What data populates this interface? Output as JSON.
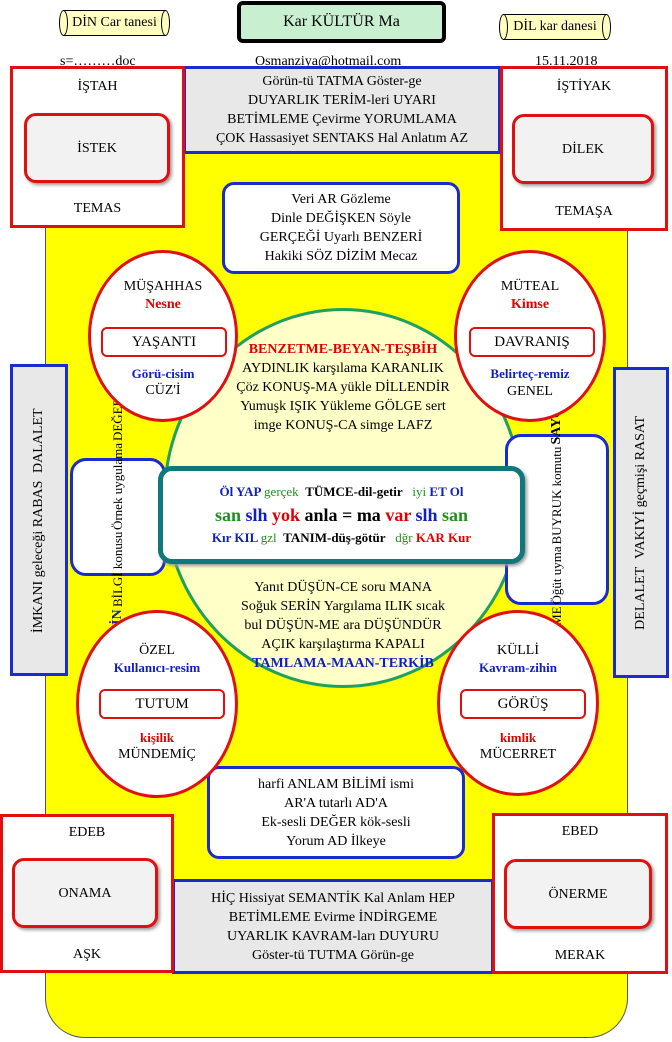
{
  "header": {
    "left_tag": "DİN Car tanesi",
    "center_title": "Kar KÜLTÜR Ma",
    "right_tag": "DİL kar danesi",
    "file": "s=………doc",
    "email": "Osmanziya@hotmail.com",
    "date": "15.11.2018"
  },
  "corners": {
    "tl": {
      "top": "İŞTAH",
      "inner": "İSTEK",
      "bottom": "TEMAS"
    },
    "tr": {
      "top": "İŞTİYAK",
      "inner": "DİLEK",
      "bottom": "TEMAŞA"
    },
    "bl": {
      "top": "EDEB",
      "inner": "ONAMA",
      "bottom": "AŞK"
    },
    "br": {
      "top": "EBED",
      "inner": "ÖNERME",
      "bottom": "MERAK"
    }
  },
  "top_band": [
    "Görün-tü TATMA Göster-ge",
    "DUYARLIK TERİM-leri UYARI",
    "BETİMLEME  Çevirme YORUMLAMA",
    "ÇOK Hassasiyet SENTAKS  Hal Anlatım AZ"
  ],
  "top_box": [
    "Veri AR  Gözleme",
    "Dinle DEĞİŞKEN Söyle",
    "GERÇEĞİ Uyarlı BENZERİ",
    "Hakiki SÖZ DİZİM Mecaz"
  ],
  "oval_tl": {
    "line1": "MÜŞAHHAS",
    "line2": "Nesne",
    "box": "YAŞANTI",
    "line3": "Görü-cisim",
    "line4": "CÜZ'İ"
  },
  "oval_tr": {
    "line1": "MÜTEAL",
    "line2": "Kimse",
    "box": "DAVRANIŞ",
    "line3": "Belirteç-remiz",
    "line4": "GENEL"
  },
  "oval_bl": {
    "line1": "ÖZEL",
    "line2": "Kullanıcı-resim",
    "box": "TUTUM",
    "line3": "kişilik",
    "line4": "MÜNDEMİÇ"
  },
  "oval_br": {
    "line1": "KÜLLİ",
    "line2": "Kavram-zihin",
    "box": "GÖRÜŞ",
    "line3": "kimlik",
    "line4": "MÜCERRET"
  },
  "center_top": {
    "title": "BENZETME-BEYAN-TEŞBİH",
    "lines": [
      "AYDINLIK karşılama KARANLIK",
      "Çöz KONUŞ-MA yükle DİLLENDİR",
      "Yumuşk IŞIK Yükleme GÖLGE sert",
      "imge KONUŞ-CA simge LAFZ"
    ]
  },
  "center_bottom": {
    "lines": [
      "Yanıt DÜŞÜN-CE soru MANA",
      "Soğuk SERİN Yargılama ILIK sıcak",
      "bul DÜŞÜN-ME ara DÜŞÜNDÜR",
      "AÇIK karşılaştırma KAPALI"
    ],
    "title": "TAMLAMA-MAAN-TERKİB"
  },
  "mid": {
    "r1": {
      "a": "Öl YAP",
      "b": "gerçek",
      "c": "TÜMCE-dil-getir",
      "d": "iyi",
      "e": "ET Ol"
    },
    "r2": {
      "a": "san",
      "b": "slh",
      "c": "yok",
      "d": "anla",
      "e": "=",
      "f": "ma",
      "g": "var",
      "h": "slh",
      "i": "san"
    },
    "r3": {
      "a": "Kır KIL",
      "b": "gzl",
      "c": "TANIM-düş-götür",
      "d": "dğr",
      "e": "KAR Kur"
    }
  },
  "side_left": {
    "title": "SEVGİ-KİN",
    "l1": "BİLGİ konusu",
    "l2": "Örnek uygulama",
    "l3": "DEĞER VERME"
  },
  "side_right": {
    "l1": "AYIRT ETME",
    "l2": "Öğüt uyma",
    "l3": "BUYRUK komutu",
    "title": "SAYGI-ÖFKE"
  },
  "far_left": {
    "l1": "İMKANI   geleceği   RABAS",
    "l2": "DALALET"
  },
  "far_right": {
    "l1": "DELALET",
    "l2": "VAKIYİ   geçmişi   RASAT"
  },
  "bottom_box": [
    "harfi ANLAM BİLİMİ  ismi",
    "AR'A tutarlı AD'A",
    "Ek-sesli DEĞER kök-sesli",
    "Yorum AD İlkeye"
  ],
  "bottom_band": [
    "HİÇ Hissiyat SEMANTİK Kal Anlam HEP",
    "BETİMLEME  Evirme İNDİRGEME",
    "UYARLIK KAVRAM-ları DUYURU",
    "Göster-tü TUTMA Görün-ge"
  ],
  "colors": {
    "yellow": "#ffff00",
    "red": "#e01010",
    "blue": "#1a2bd0",
    "teal": "#107878",
    "pale": "#ffffc8"
  }
}
